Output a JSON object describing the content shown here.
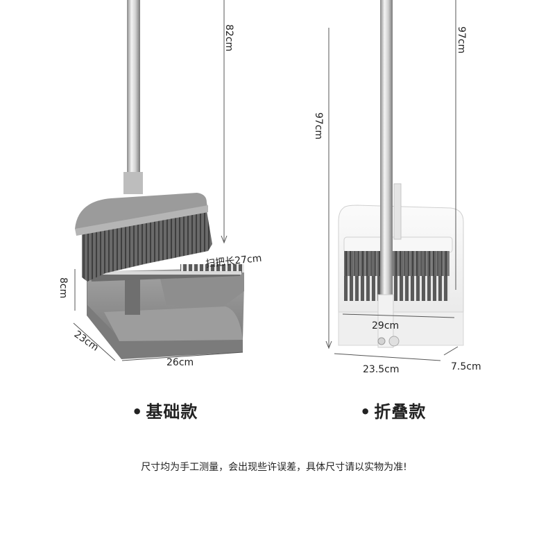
{
  "basic": {
    "title": "基础款",
    "handle_length": "82cm",
    "broom_length": "扫把长27cm",
    "height": "8cm",
    "depth": "23cm",
    "width": "26cm"
  },
  "folding": {
    "title": "折叠款",
    "handle_length": "97cm",
    "total_height": "97cm",
    "broom_width": "29cm",
    "width": "23.5cm",
    "depth": "7.5cm"
  },
  "bullet": "•",
  "footer_note": "尺寸均为手工测量，会出现些许误差，具体尺寸请以实物为准!",
  "colors": {
    "dustpan_gray": "#8c8c8c",
    "bristle_gray": "#5a5a5a",
    "folding_white": "#f2f2f2",
    "steel": "#c8c8c8"
  }
}
